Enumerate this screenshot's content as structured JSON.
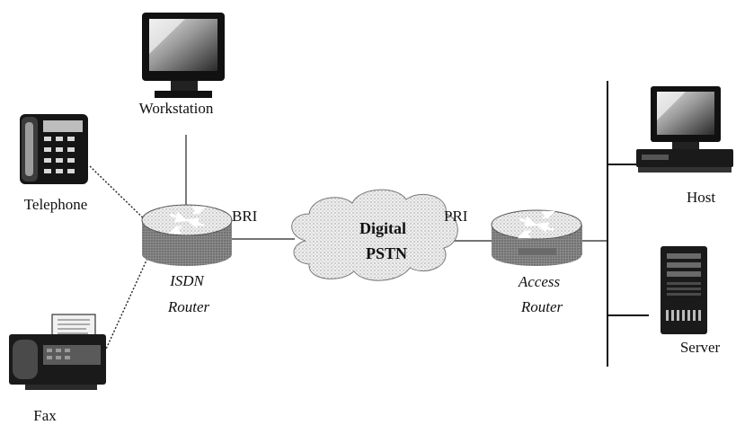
{
  "labels": {
    "workstation": "Workstation",
    "telephone": "Telephone",
    "fax": "Fax",
    "bri": "BRI",
    "pri": "PRI",
    "cloud_line1": "Digital",
    "cloud_line2": "PSTN",
    "isdn_line1": "ISDN",
    "isdn_line2": "Router",
    "access_line1": "Access",
    "access_line2": "Router",
    "host": "Host",
    "server": "Server"
  },
  "icons": {
    "workstation": "monitor-icon",
    "telephone": "telephone-icon",
    "fax": "fax-icon",
    "isdn_router": "router-icon",
    "access_router": "router-icon",
    "cloud": "cloud-icon",
    "host": "desktop-computer-icon",
    "server": "tower-server-icon"
  }
}
